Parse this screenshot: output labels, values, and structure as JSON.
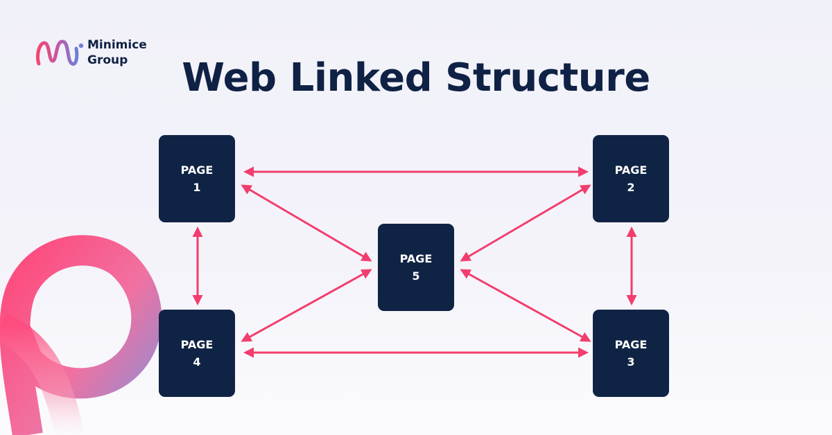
{
  "brand": {
    "name_line1": "Minimice",
    "name_line2": "Group"
  },
  "title": "Web Linked Structure",
  "pages": [
    {
      "id": "page1",
      "label": "PAGE",
      "number": "1"
    },
    {
      "id": "page2",
      "label": "PAGE",
      "number": "2"
    },
    {
      "id": "page3",
      "label": "PAGE",
      "number": "3"
    },
    {
      "id": "page4",
      "label": "PAGE",
      "number": "4"
    },
    {
      "id": "page5",
      "label": "PAGE",
      "number": "5"
    }
  ],
  "links": [
    [
      "page1",
      "page2"
    ],
    [
      "page1",
      "page4"
    ],
    [
      "page1",
      "page5"
    ],
    [
      "page2",
      "page3"
    ],
    [
      "page2",
      "page5"
    ],
    [
      "page4",
      "page3"
    ],
    [
      "page4",
      "page5"
    ],
    [
      "page3",
      "page5"
    ]
  ],
  "colors": {
    "background": "#f2f2f9",
    "navy": "#0f2344",
    "arrow": "#f23d6e",
    "brand_pink": "#f2456e",
    "brand_purple": "#7b7fd2"
  }
}
